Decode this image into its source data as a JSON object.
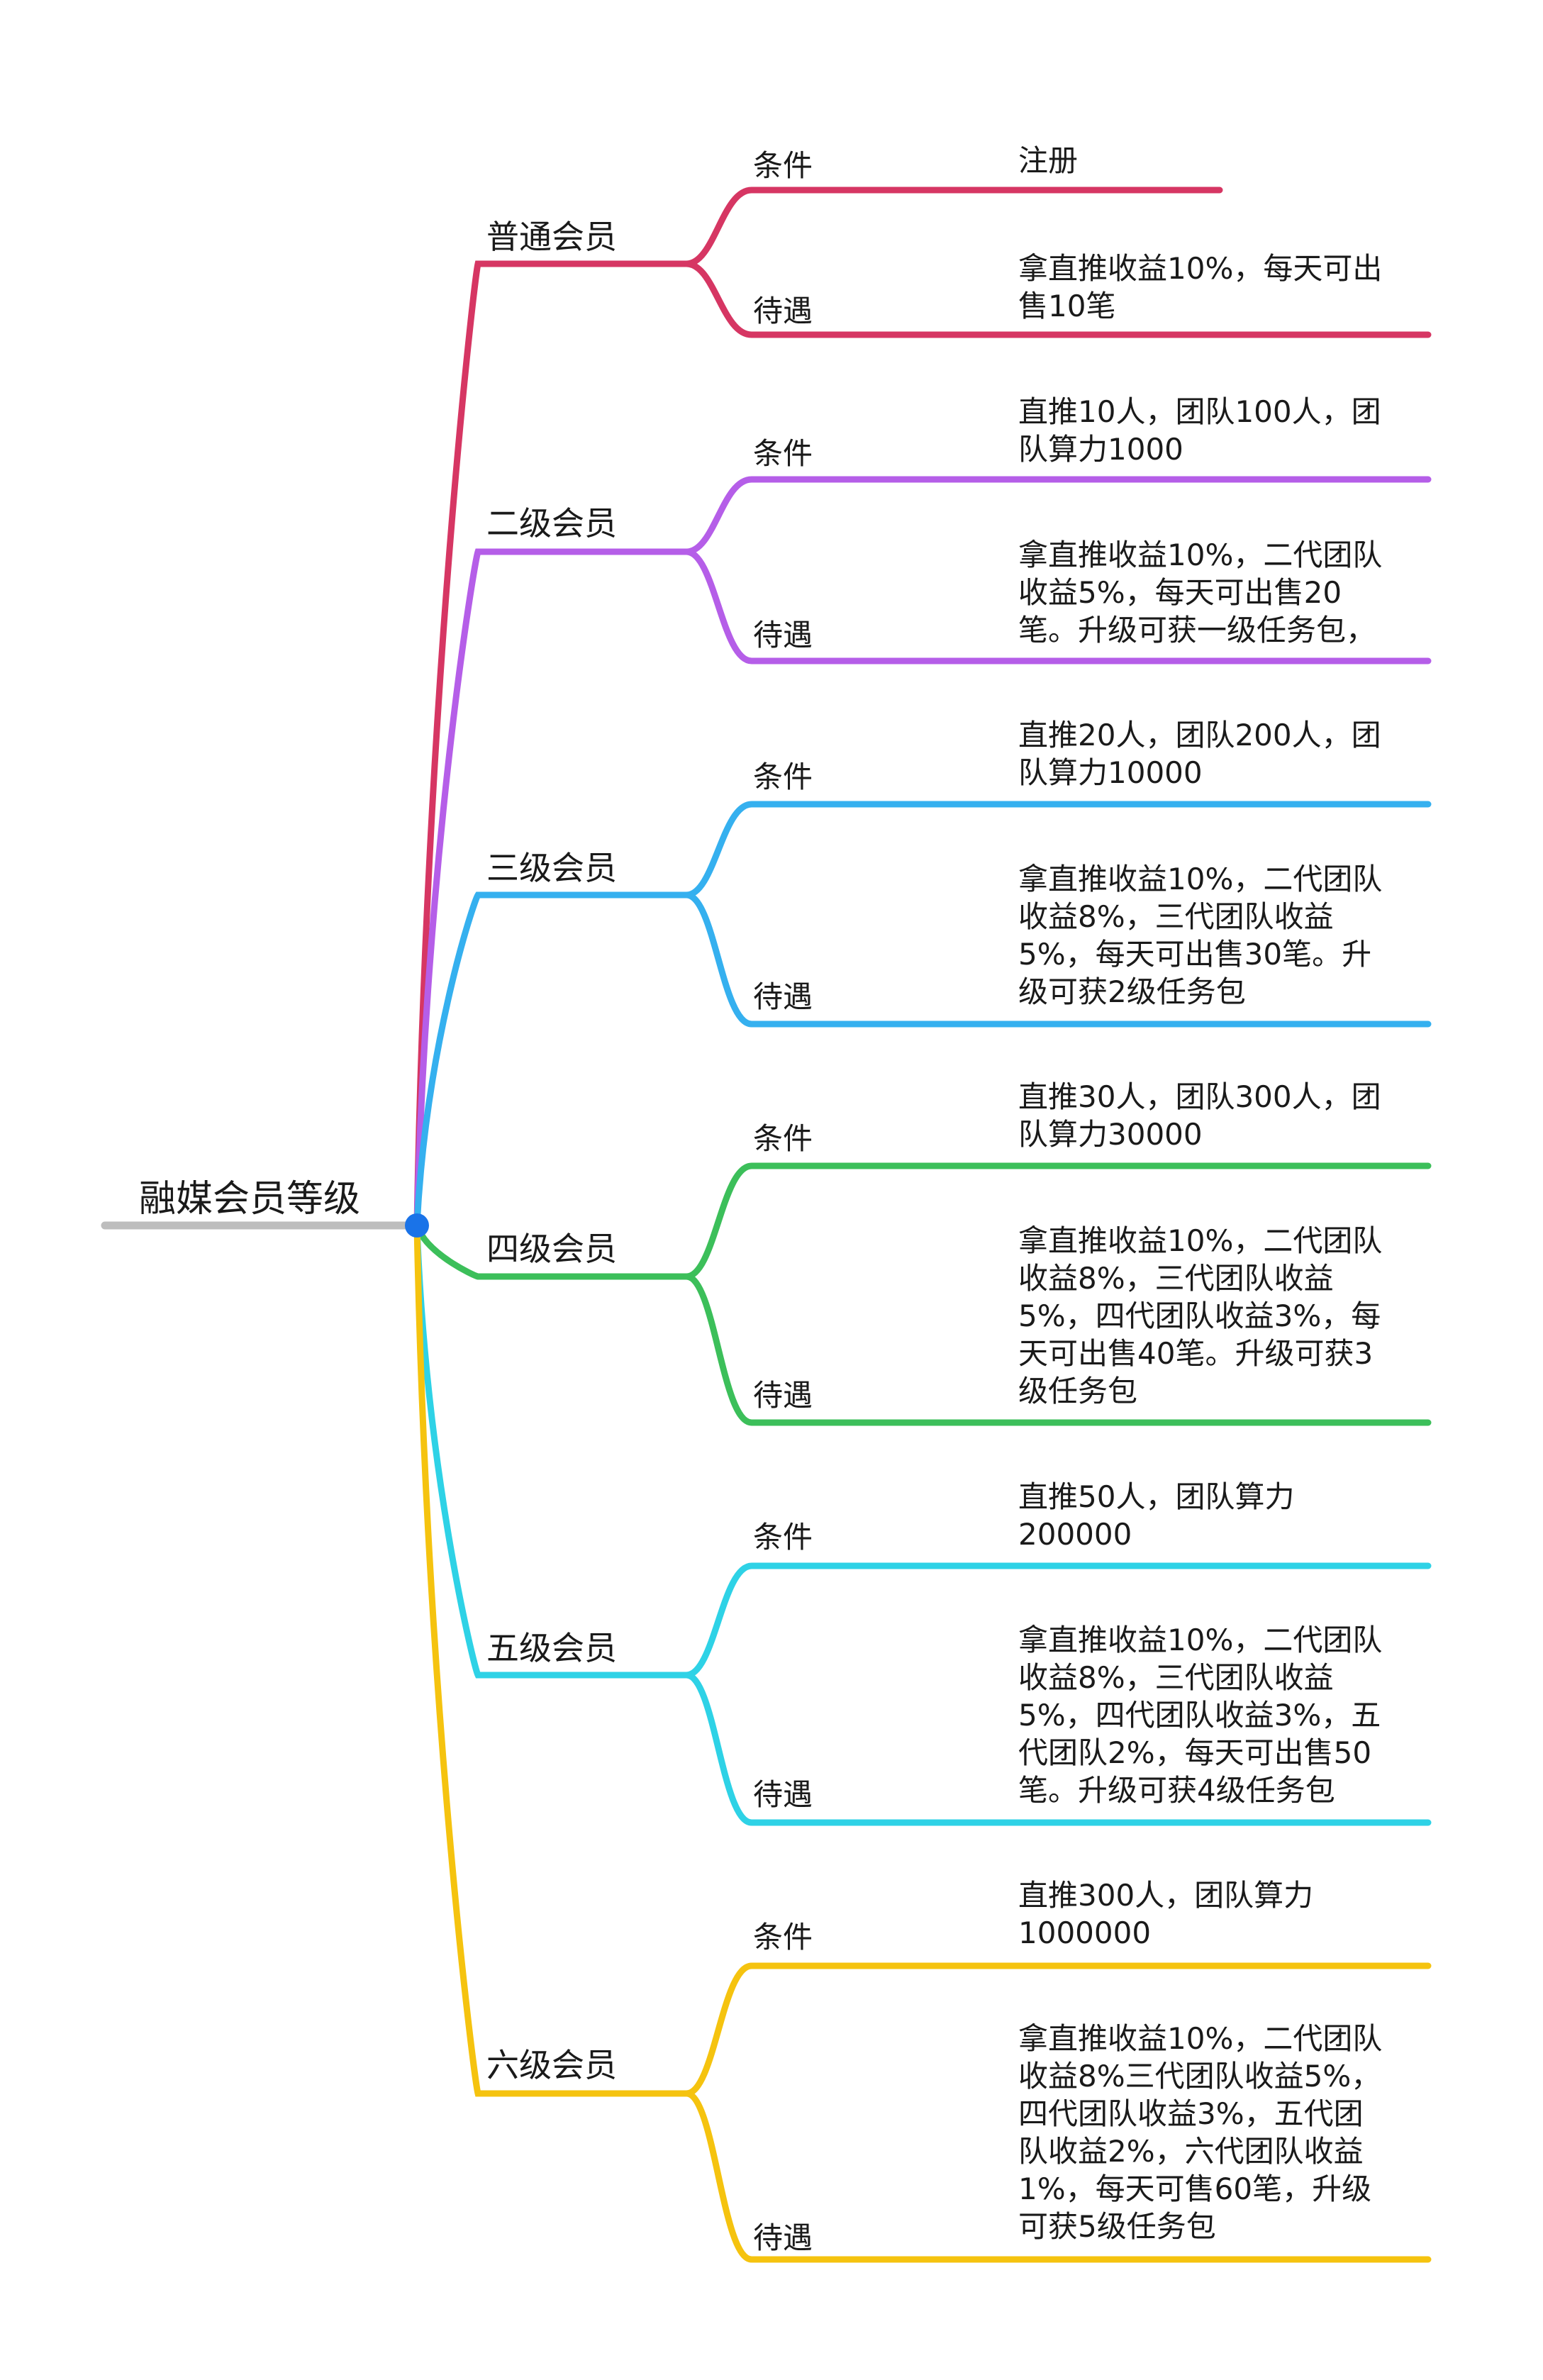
{
  "root": {
    "label": "融媒会员等级",
    "line_color": "#bdbdbd",
    "node_color": "#1a73e8"
  },
  "levels": [
    {
      "label": "普通会员",
      "color": "#d63663",
      "condition": {
        "type_label": "条件",
        "text": "注册"
      },
      "benefit": {
        "type_label": "待遇",
        "text": "拿直推收益10%，每天可出\n售10笔"
      }
    },
    {
      "label": "二级会员",
      "color": "#b55ee8",
      "condition": {
        "type_label": "条件",
        "text": "直推10人，团队100人，团\n队算力1000"
      },
      "benefit": {
        "type_label": "待遇",
        "text": "拿直推收益10%，二代团队\n收益5%，每天可出售20\n笔。升级可获一级任务包，"
      }
    },
    {
      "label": "三级会员",
      "color": "#35b0ef",
      "condition": {
        "type_label": "条件",
        "text": "直推20人，团队200人，团\n队算力10000"
      },
      "benefit": {
        "type_label": "待遇",
        "text": "拿直推收益10%，二代团队\n收益8%，三代团队收益\n5%，每天可出售30笔。升\n级可获2级任务包"
      }
    },
    {
      "label": "四级会员",
      "color": "#3cbf5a",
      "condition": {
        "type_label": "条件",
        "text": "直推30人，团队300人，团\n队算力30000"
      },
      "benefit": {
        "type_label": "待遇",
        "text": "拿直推收益10%，二代团队\n收益8%，三代团队收益\n5%，四代团队收益3%，每\n天可出售40笔。升级可获3\n级任务包"
      }
    },
    {
      "label": "五级会员",
      "color": "#2ed2e6",
      "condition": {
        "type_label": "条件",
        "text": "直推50人，团队算力\n200000"
      },
      "benefit": {
        "type_label": "待遇",
        "text": "拿直推收益10%，二代团队\n收益8%，三代团队收益\n5%，四代团队收益3%，五\n代团队2%，每天可出售50\n笔。升级可获4级任务包"
      }
    },
    {
      "label": "六级会员",
      "color": "#f5c30f",
      "condition": {
        "type_label": "条件",
        "text": "直推300人，团队算力\n1000000"
      },
      "benefit": {
        "type_label": "待遇",
        "text": "拿直推收益10%，二代团队\n收益8%三代团队收益5%，\n四代团队收益3%，五代团\n队收益2%，六代团队收益\n1%，每天可售60笔，升级\n可获5级任务包"
      }
    }
  ]
}
